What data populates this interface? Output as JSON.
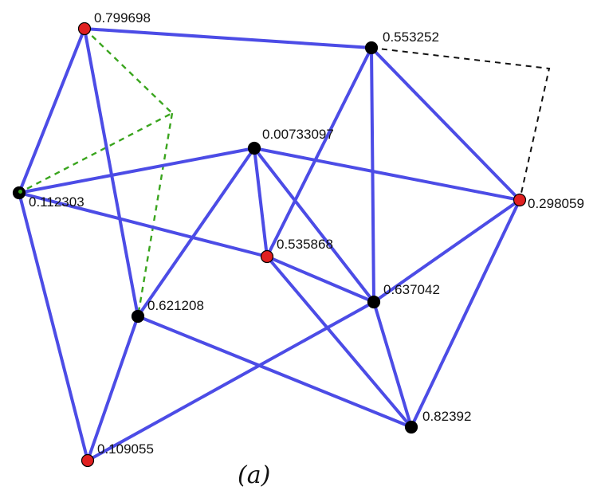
{
  "caption": "(a)",
  "colors": {
    "edge": "#4c4ce6",
    "dashed_black": "#111111",
    "dashed_green": "#3aa51e",
    "node_red": "#e02020",
    "node_black": "#000000"
  },
  "nodes": [
    {
      "id": "n0",
      "label": "0.799698",
      "color": "red"
    },
    {
      "id": "n1",
      "label": "0.553252",
      "color": "black"
    },
    {
      "id": "n2",
      "label": "0.00733097",
      "color": "black"
    },
    {
      "id": "n3",
      "label": "0.112303",
      "color": "black"
    },
    {
      "id": "n4",
      "label": "0.298059",
      "color": "red"
    },
    {
      "id": "n5",
      "label": "0.535868",
      "color": "red"
    },
    {
      "id": "n6",
      "label": "0.637042",
      "color": "black"
    },
    {
      "id": "n7",
      "label": "0.621208",
      "color": "black"
    },
    {
      "id": "n8",
      "label": "0.82392",
      "color": "black"
    },
    {
      "id": "n9",
      "label": "0.109055",
      "color": "red"
    }
  ],
  "edges": [
    [
      "n0",
      "n1"
    ],
    [
      "n0",
      "n3"
    ],
    [
      "n0",
      "n7"
    ],
    [
      "n1",
      "n5"
    ],
    [
      "n1",
      "n6"
    ],
    [
      "n1",
      "n4"
    ],
    [
      "n2",
      "n3"
    ],
    [
      "n2",
      "n4"
    ],
    [
      "n2",
      "n5"
    ],
    [
      "n2",
      "n6"
    ],
    [
      "n2",
      "n7"
    ],
    [
      "n3",
      "n5"
    ],
    [
      "n3",
      "n9"
    ],
    [
      "n4",
      "n6"
    ],
    [
      "n4",
      "n8"
    ],
    [
      "n5",
      "n6"
    ],
    [
      "n5",
      "n8"
    ],
    [
      "n6",
      "n8"
    ],
    [
      "n6",
      "n9"
    ],
    [
      "n7",
      "n8"
    ],
    [
      "n7",
      "n9"
    ]
  ],
  "dashed_paths": [
    {
      "color": "black",
      "from": "n1",
      "via": "p_black",
      "to": "n4"
    },
    {
      "color": "green",
      "from": "n0",
      "via": "p_green",
      "to": "n3",
      "extra_to": "n7"
    }
  ]
}
